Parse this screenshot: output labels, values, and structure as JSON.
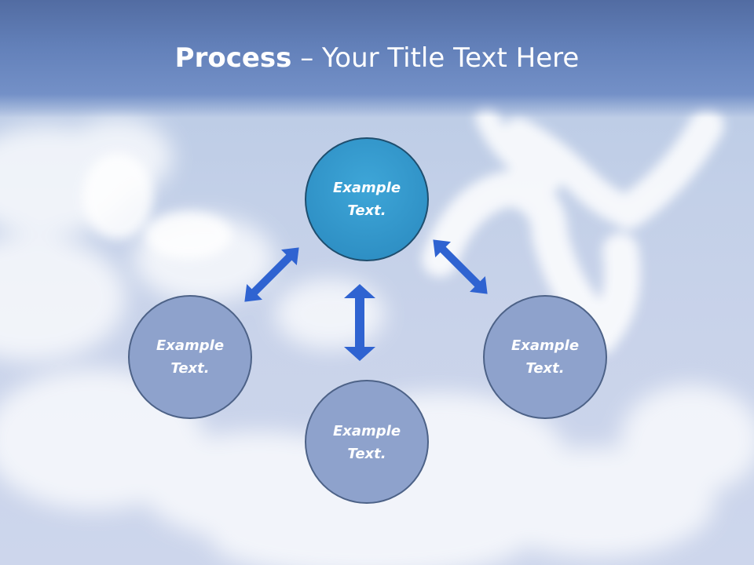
{
  "slide": {
    "title_bold": "Process",
    "title_dash": " – ",
    "title_rest": "Your Title Text Here"
  },
  "diagram": {
    "nodes": [
      {
        "id": "top",
        "line1": "Example",
        "line2": "Text.",
        "fill": "#3399cc",
        "stroke": "#1f4e6e"
      },
      {
        "id": "left",
        "line1": "Example",
        "line2": "Text.",
        "fill": "#8ea2cc",
        "stroke": "#4d6287"
      },
      {
        "id": "bottom",
        "line1": "Example",
        "line2": "Text.",
        "fill": "#8ea2cc",
        "stroke": "#4d6287"
      },
      {
        "id": "right",
        "line1": "Example",
        "line2": "Text.",
        "fill": "#8ea2cc",
        "stroke": "#4d6287"
      }
    ],
    "arrow_color": "#2f63d1"
  }
}
